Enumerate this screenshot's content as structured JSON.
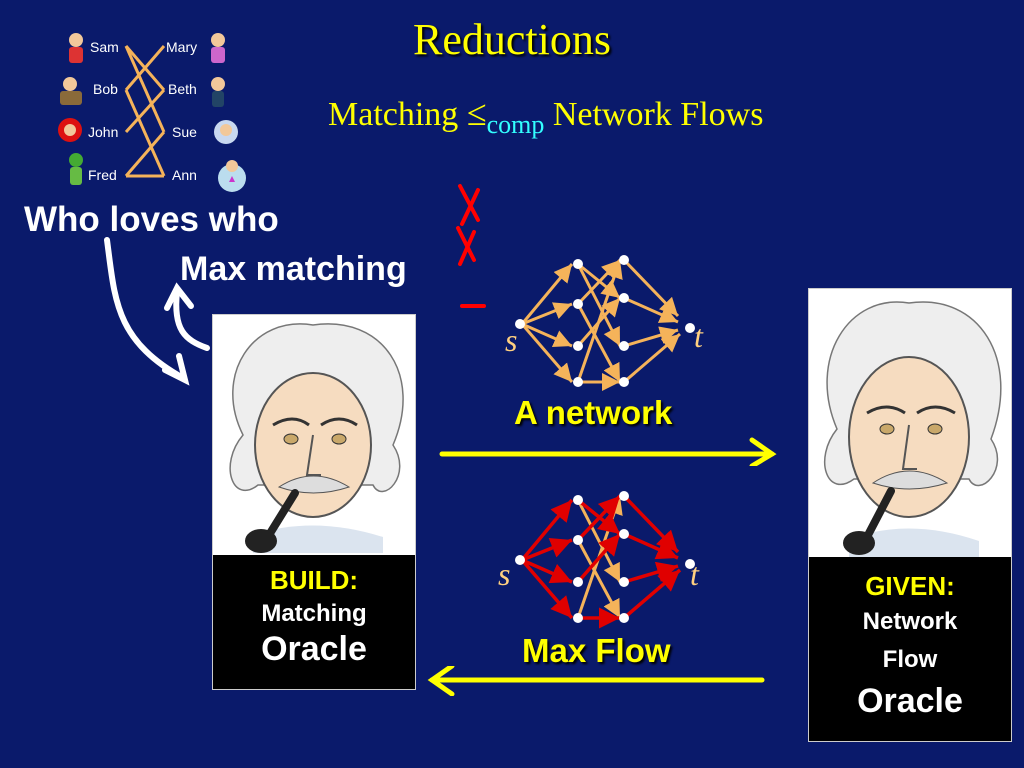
{
  "slide": {
    "title": "Reductions",
    "subtitle": {
      "left": "Matching",
      "symbol": "≤",
      "sub": "comp",
      "right": "Network Flows"
    }
  },
  "people": {
    "left": [
      "Sam",
      "Bob",
      "John",
      "Fred"
    ],
    "right": [
      "Mary",
      "Beth",
      "Sue",
      "Ann"
    ]
  },
  "labels": {
    "who_loves_who": "Who loves who",
    "max_matching": "Max matching",
    "a_network": "A network",
    "max_flow": "Max Flow",
    "source": "s",
    "sink": "t",
    "minus": "–"
  },
  "build_oracle": {
    "head": "BUILD:",
    "mid": "Matching",
    "big": "Oracle"
  },
  "given_oracle": {
    "head": "GIVEN:",
    "mid1": "Network",
    "mid2": "Flow",
    "big": "Oracle"
  },
  "colors": {
    "background": "#0a1a6b",
    "title": "#ffff00",
    "accent_cyan": "#33ffff",
    "network_edges": "#f5b35a",
    "flow_edges": "#e00000",
    "cross_out": "#ff0000"
  },
  "icons": [
    "einstein-portrait-icon",
    "person-icon",
    "arrow-icon",
    "cross-out-icon"
  ]
}
